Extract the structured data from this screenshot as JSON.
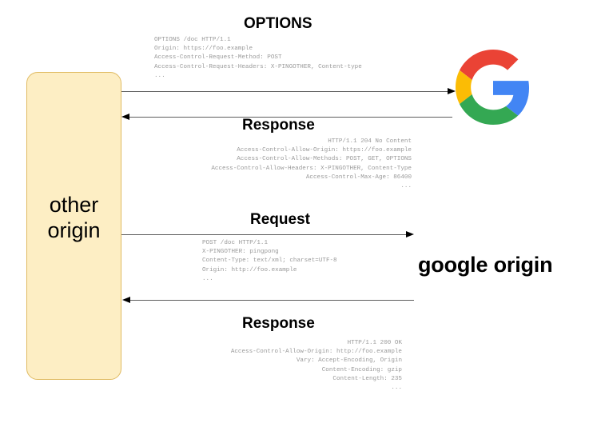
{
  "diagram": {
    "left_actor": {
      "label": "other\norigin",
      "fill_color": "#fdeec4",
      "border_color": "#e0bb63"
    },
    "right_actor": {
      "label": "google origin",
      "logo": "google-g-logo",
      "logo_colors": {
        "red": "#EA4335",
        "yellow": "#FBBC05",
        "green": "#34A853",
        "blue": "#4285F4"
      }
    },
    "exchanges": [
      {
        "title": "OPTIONS",
        "direction": "right",
        "align": "left",
        "lines": [
          "OPTIONS /doc HTTP/1.1",
          "Origin: https://foo.example",
          "Access-Control-Request-Method: POST",
          "Access-Control-Request-Headers: X-PINGOTHER, Content-type",
          "..."
        ]
      },
      {
        "title": "Response",
        "direction": "left",
        "align": "right",
        "lines": [
          "HTTP/1.1 204 No Content",
          "Access-Control-Allow-Origin: https://foo.example",
          "Access-Control-Allow-Methods: POST, GET, OPTIONS",
          "Access-Control-Allow-Headers: X-PINGOTHER, Content-Type",
          "Access-Control-Max-Age: 86400",
          "..."
        ]
      },
      {
        "title": "Request",
        "direction": "right",
        "align": "left",
        "lines": [
          "POST /doc HTTP/1.1",
          "X-PINGOTHER: pingpong",
          "Content-Type: text/xml; charset=UTF-8",
          "Origin: http://foo.example",
          "..."
        ]
      },
      {
        "title": "Response",
        "direction": "left",
        "align": "right",
        "lines": [
          "HTTP/1.1 200 OK",
          "Access-Control-Allow-Origin: http://foo.example",
          "Vary: Accept-Encoding, Origin",
          "Content-Encoding: gzip",
          "Content-Length: 235",
          "..."
        ]
      }
    ]
  }
}
